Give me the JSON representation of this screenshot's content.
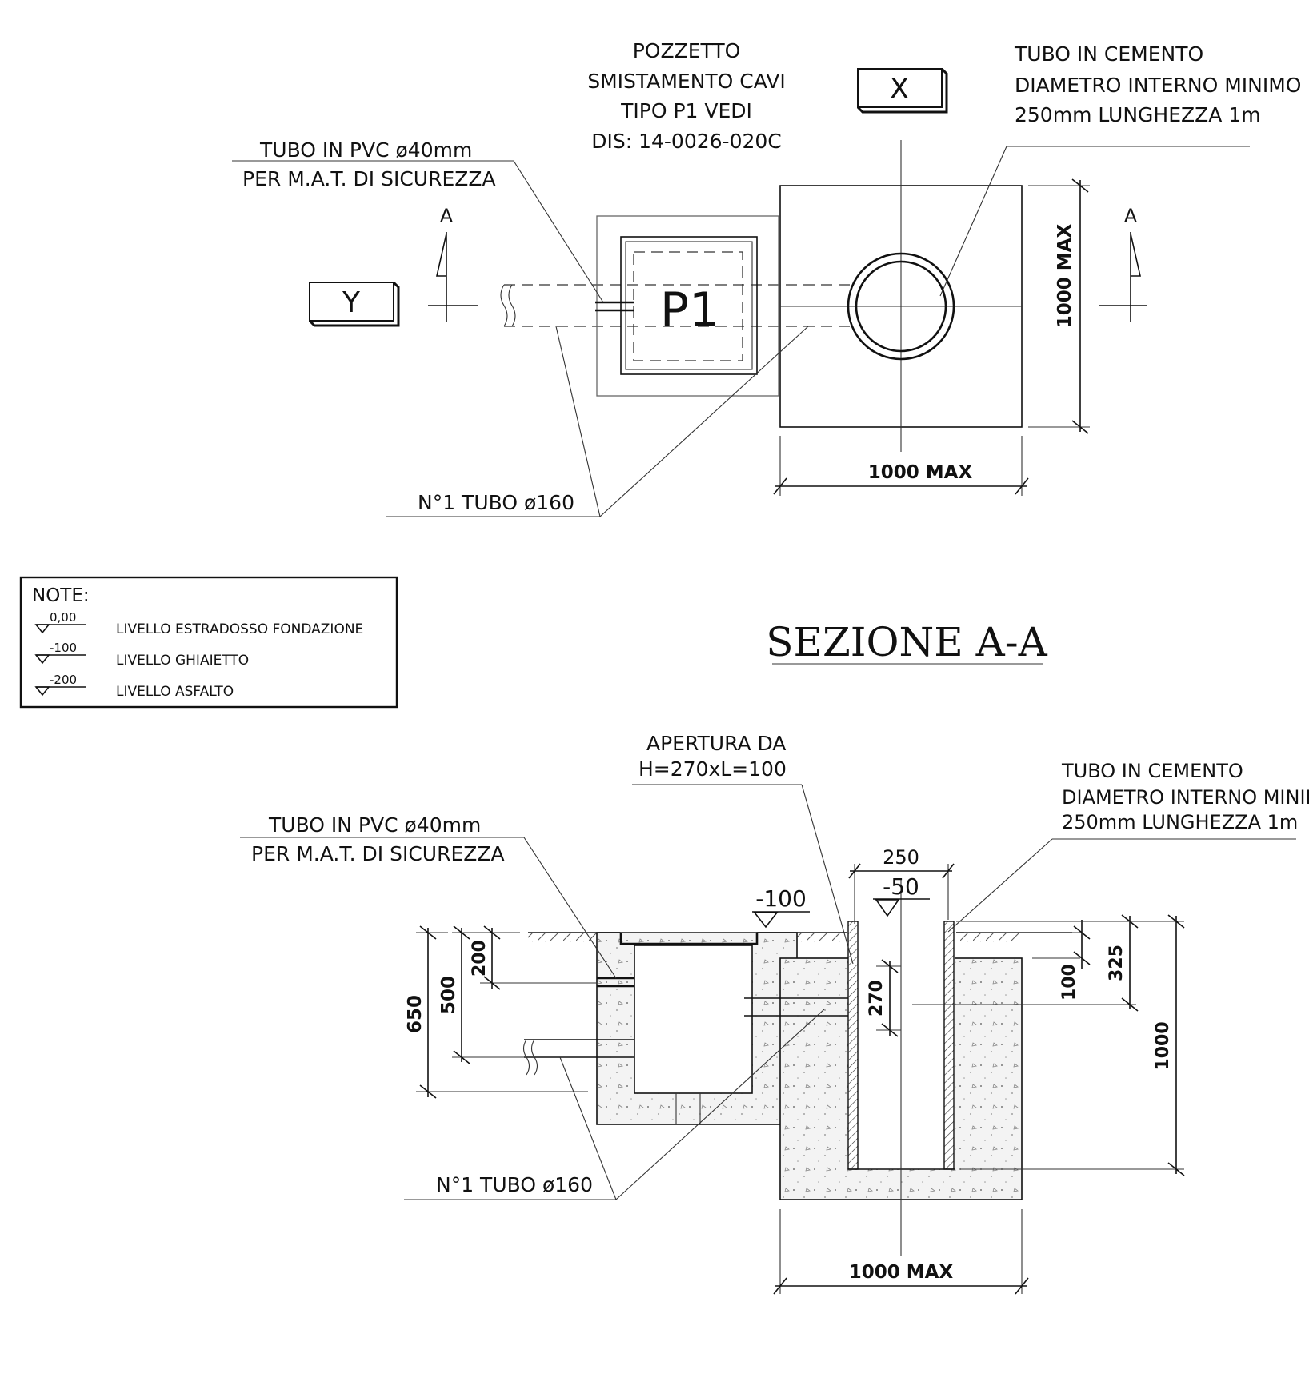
{
  "plan": {
    "pozzetto": [
      "POZZETTO",
      "SMISTAMENTO CAVI",
      "TIPO P1 VEDI",
      "DIS: 14-0026-020C"
    ],
    "label_x": "X",
    "label_y": "Y",
    "tubo_cemento": [
      "TUBO IN CEMENTO",
      "DIAMETRO INTERNO MINIMO",
      "250mm LUNGHEZZA 1m"
    ],
    "tubo_pvc": [
      "TUBO IN PVC ø40mm",
      "PER M.A.T. DI SICUREZZA"
    ],
    "section_mark": "A",
    "p1": "P1",
    "dim_height": "1000 MAX",
    "dim_width": "1000 MAX",
    "tubo_160": "N°1 TUBO ø160"
  },
  "notes": {
    "title": "NOTE:",
    "items": [
      {
        "level": "0,00",
        "text": "LIVELLO ESTRADOSSO FONDAZIONE"
      },
      {
        "level": "-100",
        "text": "LIVELLO GHIAIETTO"
      },
      {
        "level": "-200",
        "text": "LIVELLO ASFALTO"
      }
    ]
  },
  "section": {
    "title": "SEZIONE A-A",
    "apertura": [
      "APERTURA DA",
      "H=270xL=100"
    ],
    "tubo_cemento": [
      "TUBO IN CEMENTO",
      "DIAMETRO INTERNO MINIMO",
      "250mm LUNGHEZZA 1m"
    ],
    "tubo_pvc": [
      "TUBO IN PVC ø40mm",
      "PER M.A.T. DI SICUREZZA"
    ],
    "level_100": "-100",
    "level_50": "-50",
    "dim_250": "250",
    "dim_650": "650",
    "dim_500": "500",
    "dim_200": "200",
    "dim_270": "270",
    "dim_100": "100",
    "dim_325": "325",
    "dim_1000": "1000",
    "dim_width": "1000 MAX",
    "tubo_160": "N°1 TUBO ø160"
  }
}
